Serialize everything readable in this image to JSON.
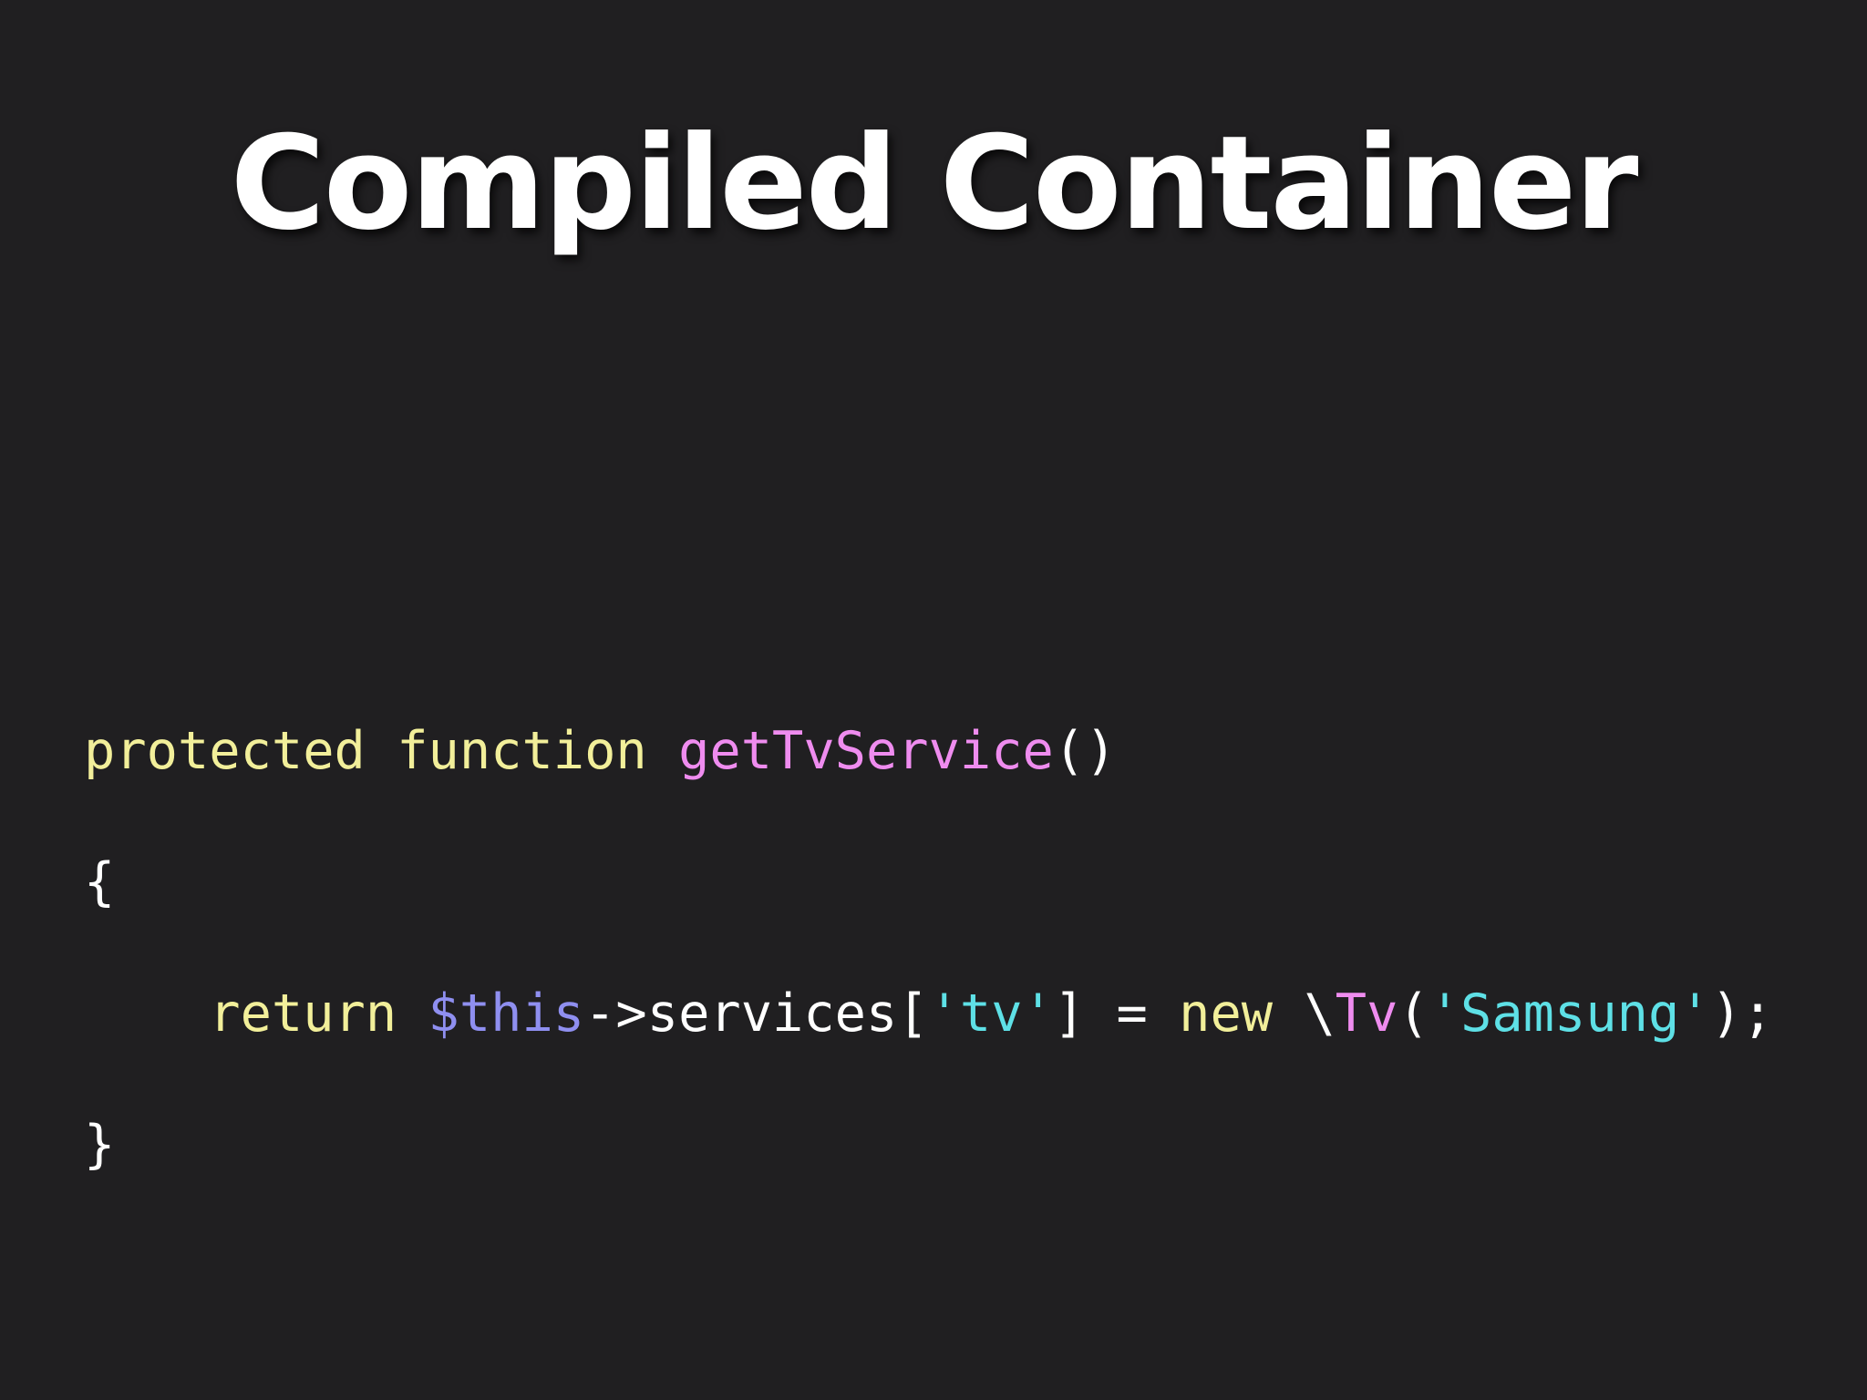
{
  "slide": {
    "title": "Compiled Container"
  },
  "code": {
    "line1": {
      "kw1": "protected",
      "kw2": "function",
      "fn": "getTvService",
      "paren": "()"
    },
    "line2": {
      "brace": "{"
    },
    "line3": {
      "indent": "    ",
      "kw_return": "return",
      "var_this": "$this",
      "arrow": "->",
      "prop": "services[",
      "str_key": "'tv'",
      "assign": "] = ",
      "kw_new": "new",
      "backslash": " \\",
      "cls": "Tv",
      "open": "(",
      "str_arg": "'Samsung'",
      "close": ");"
    },
    "line4": {
      "brace": "}"
    }
  },
  "colors": {
    "background": "#201f21",
    "keyword": "#f2ef9a",
    "function": "#ef8cef",
    "variable": "#8f8ff0",
    "string": "#5ee0e6",
    "plain": "#ffffff"
  }
}
